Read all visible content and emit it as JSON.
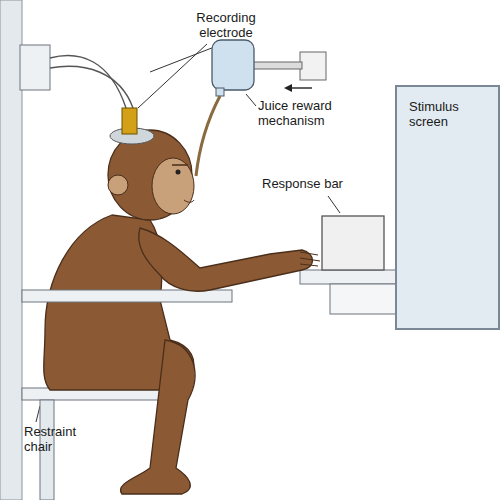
{
  "diagram": {
    "nodes": [
      {
        "text": [
          "Stimulus screen"
        ]
      }
    ],
    "labels": [
      "Recording electrode",
      "Juice reward mechanism",
      "Response bar",
      "Restraint chair"
    ]
  }
}
